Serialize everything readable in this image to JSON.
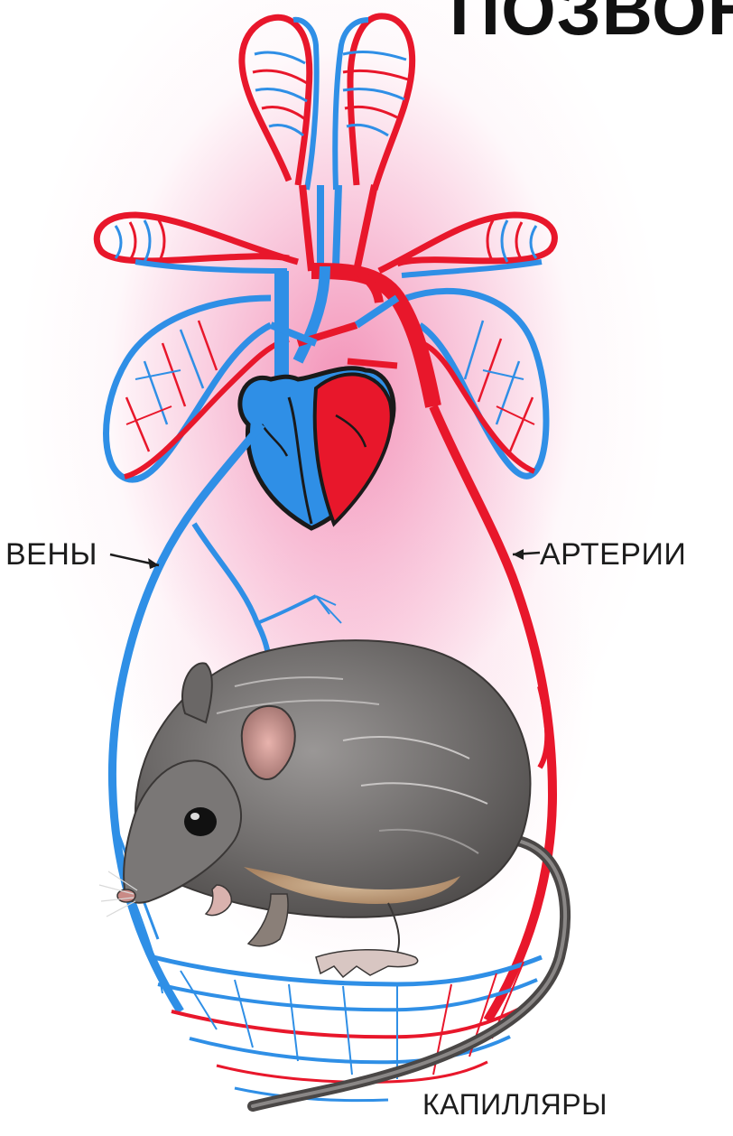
{
  "title": "ПОЗВОНОЧНЫЕ",
  "labels": {
    "veins": "ВЕНЫ",
    "arteries": "АРТЕРИИ",
    "capillaries": "КАПИЛЛЯРЫ"
  },
  "colors": {
    "arterial": "#e8172b",
    "venous": "#2f8fe6",
    "heart_outline": "#1a1a1a",
    "background_glow": "#ec508c",
    "mouse_fur": "#6f6c6b"
  },
  "icons": [
    "heart-icon",
    "mouse-illustration"
  ]
}
